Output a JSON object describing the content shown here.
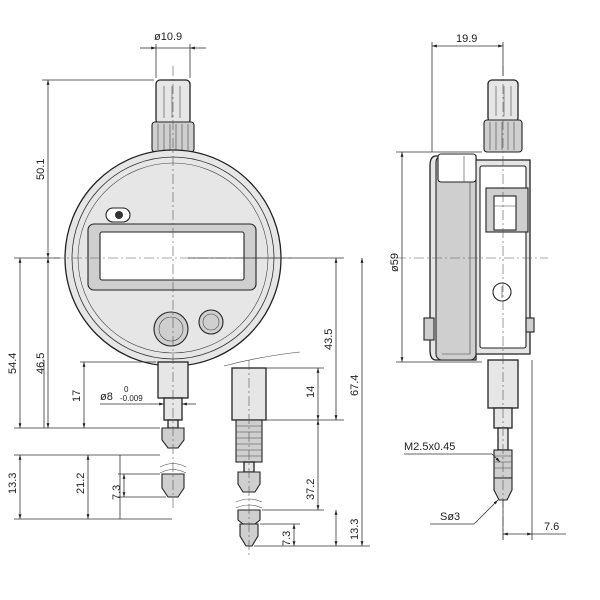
{
  "dimensions": {
    "stem_dia": "ø10.9",
    "depth": "19.9",
    "top_height": "50.1",
    "body_dia": "ø59",
    "overall_height": "54.4",
    "center_to_stem": "46.5",
    "stem_len": "17",
    "stem_fit": "ø8",
    "tol_upper": "0",
    "tol_lower": "-0.009",
    "spindle_travel": "43.5",
    "spindle_len": "14",
    "total": "67.4",
    "lower_13_3": "13.3",
    "lower_21_2": "21.2",
    "lower_7_3": "7.3",
    "extended_37_2": "37.2",
    "extended_7_3": "7.3",
    "extended_13_3": "13.3",
    "thread": "M2.5x0.45",
    "ball": "Sø3",
    "offset": "7.6"
  }
}
